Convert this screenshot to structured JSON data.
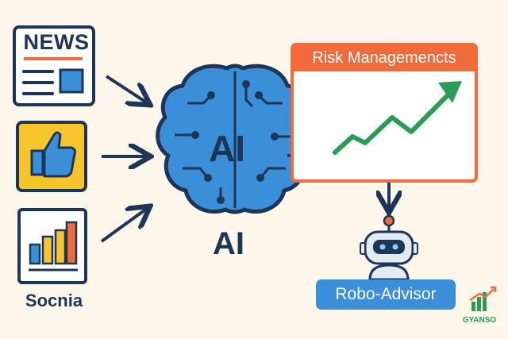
{
  "sources": {
    "news_title": "NEWS",
    "social_caption": "Socnia"
  },
  "brain": {
    "inner_text": "AI",
    "caption": "AI"
  },
  "risk_panel": {
    "title": "Risk Managemencts"
  },
  "robo_advisor": {
    "label": "Robo-Advisor"
  },
  "logo": {
    "text": "GYANSO"
  },
  "colors": {
    "navy": "#1d3557",
    "orange": "#f26b3a",
    "blue": "#3b8fd9",
    "green": "#2a9d55",
    "yellow": "#f7c52b",
    "background": "#fdf6ea"
  }
}
